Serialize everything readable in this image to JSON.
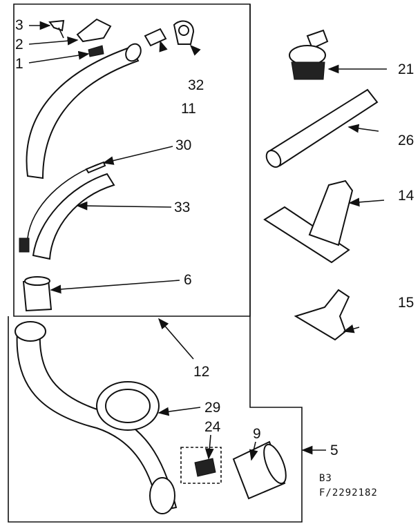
{
  "labels": {
    "p1": "1",
    "p2": "2",
    "p3": "3",
    "p5": "5",
    "p6": "6",
    "p9": "9",
    "p11": "11",
    "p12": "12",
    "p14": "14",
    "p15": "15",
    "p21": "21",
    "p24": "24",
    "p26": "26",
    "p29": "29",
    "p30": "30",
    "p32": "32",
    "p33": "33"
  },
  "codes": {
    "line1": "B3",
    "line2": "F/2292182"
  }
}
